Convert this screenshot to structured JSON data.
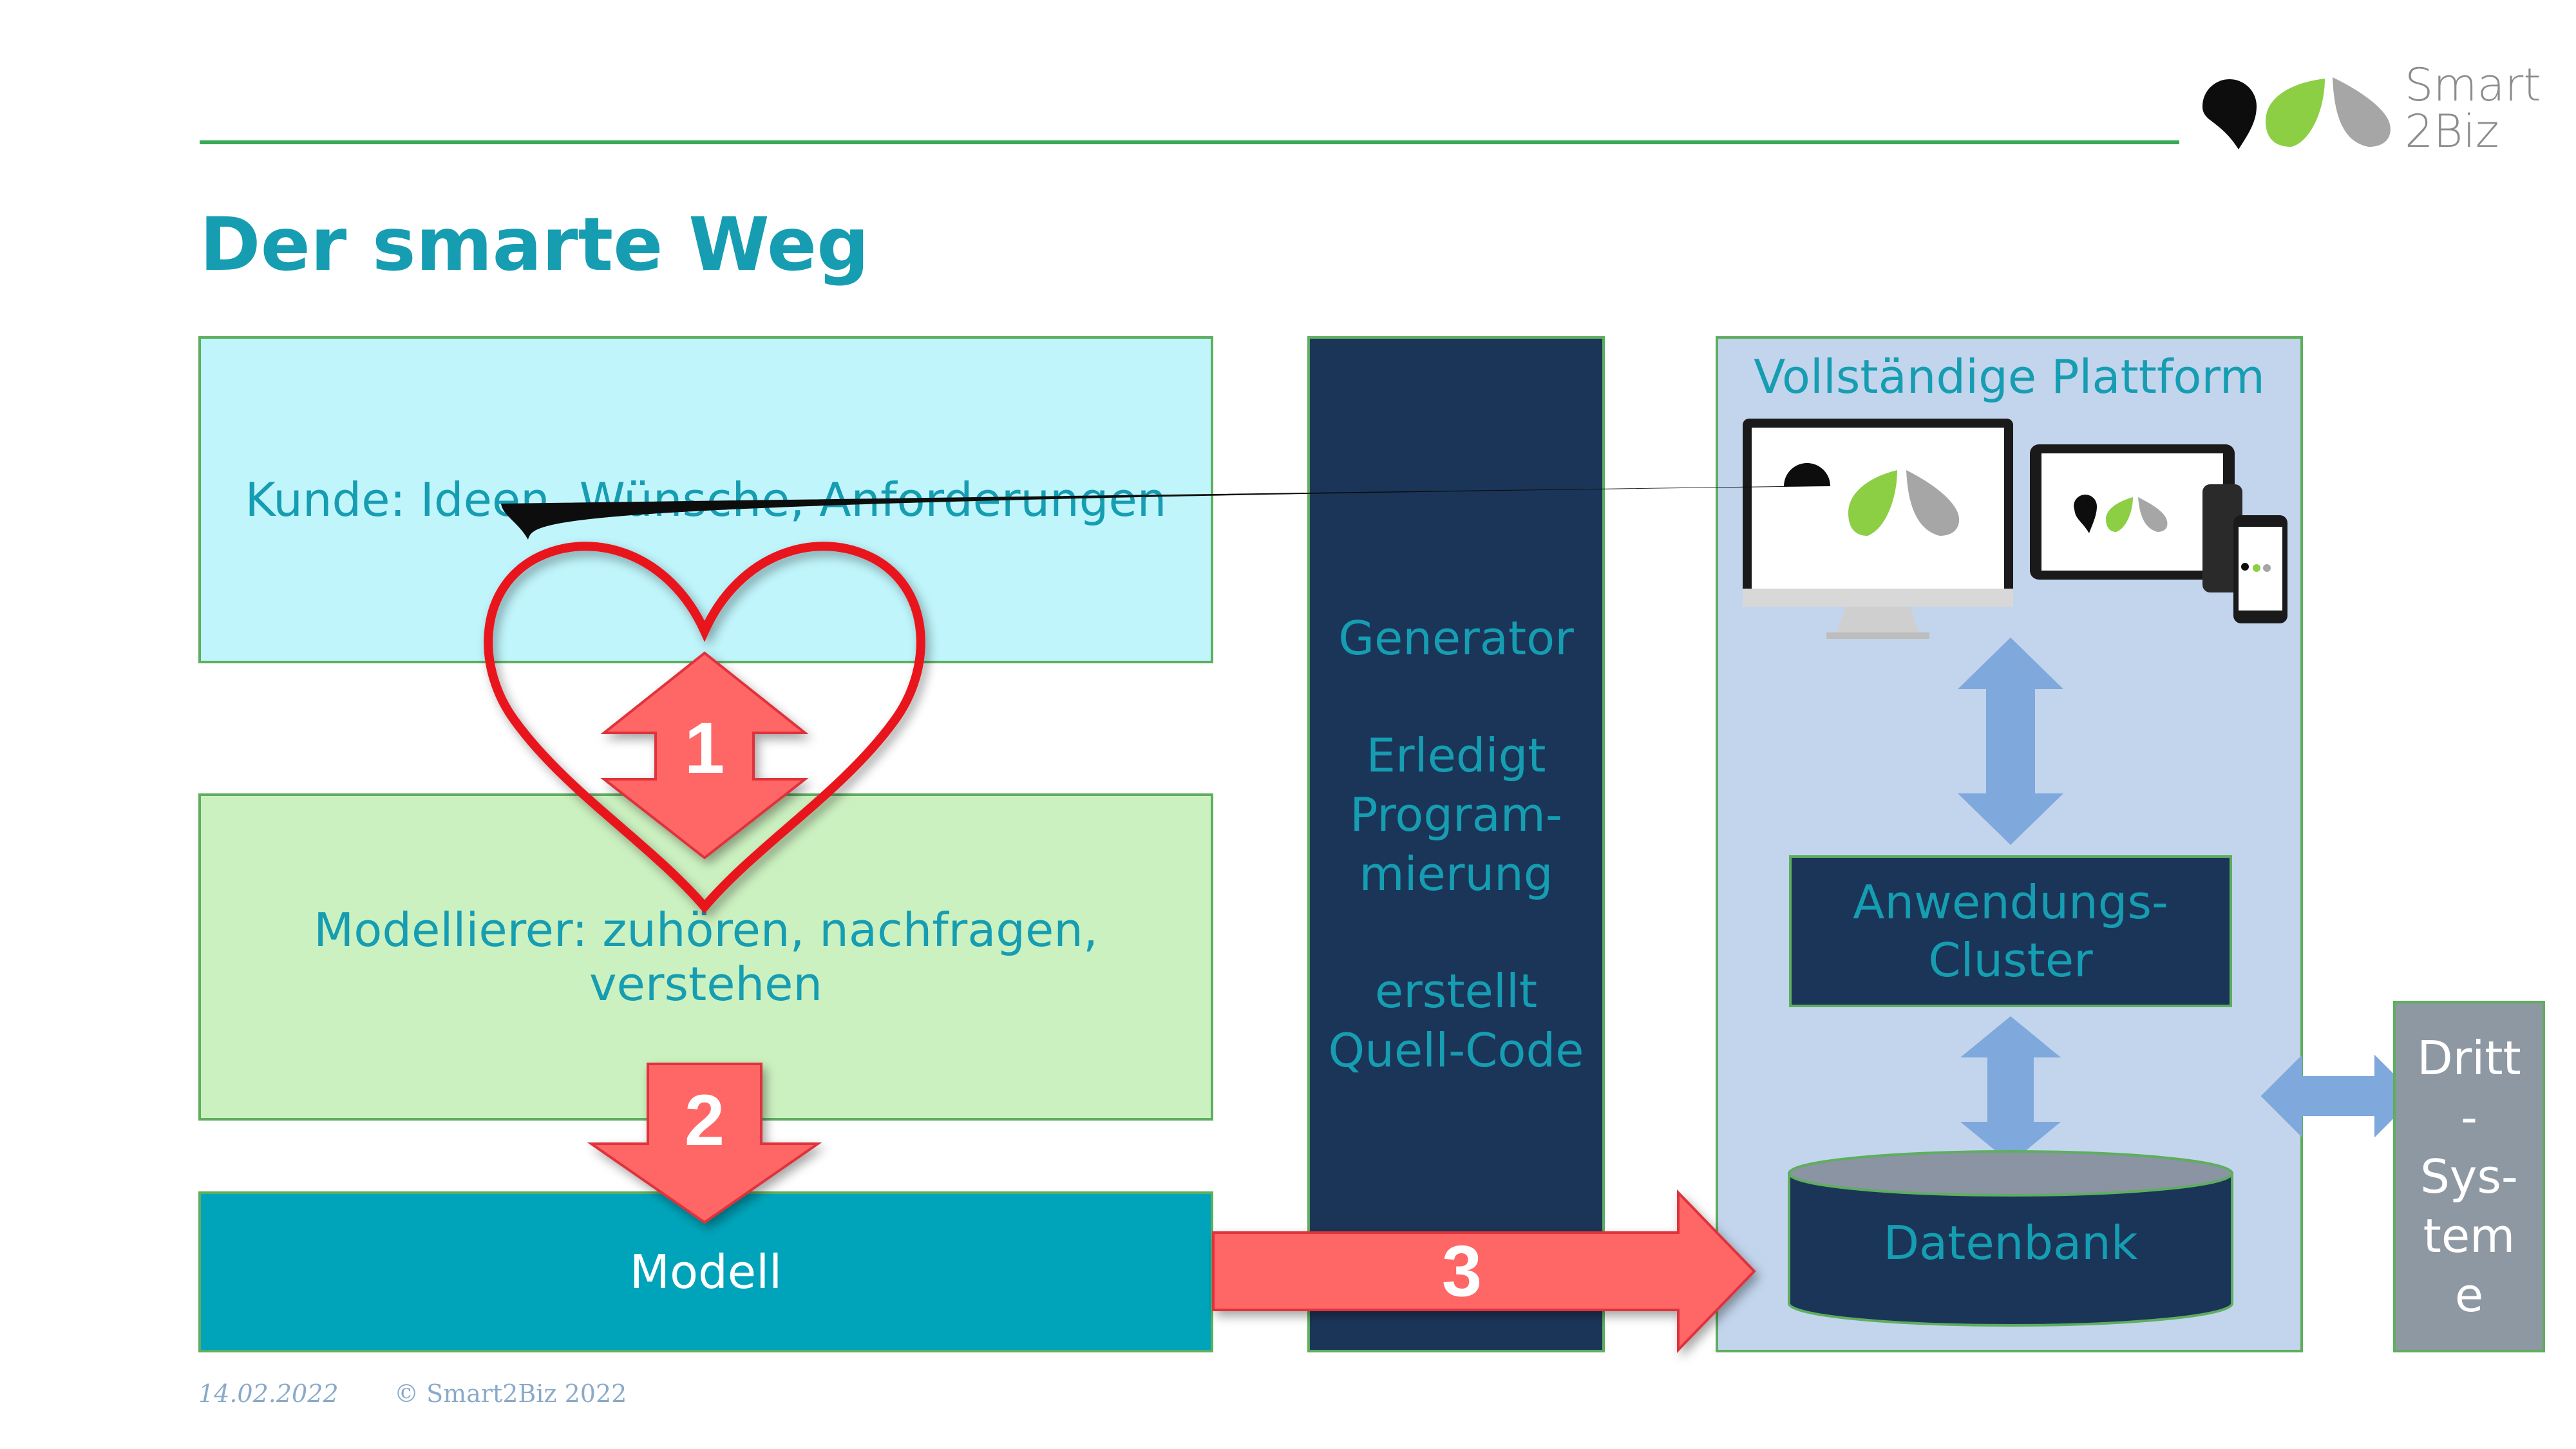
{
  "logo": {
    "line1": "Smart",
    "line2": "2Biz",
    "colors": [
      "#0d0d0d",
      "#8ccf45",
      "#a6a6a6"
    ]
  },
  "title": "Der smarte Weg",
  "boxes": {
    "kunde": "Kunde: Ideen, Wünsche, Anforderungen",
    "modellierer": "Modellierer: zuhören, nachfragen, verstehen",
    "modell": "Modell"
  },
  "generator": {
    "line1": "Generator",
    "line2": "Erledigt",
    "line3": "Program-",
    "line4": "mierung",
    "line5": "erstellt",
    "line6": "Quell-Code"
  },
  "platform": {
    "title": "Vollständige Plattform",
    "cluster_line1": "Anwendungs-",
    "cluster_line2": "Cluster",
    "database": "Datenbank"
  },
  "dritt": {
    "line1": "Dritt",
    "line2": "-",
    "line3": "Sys-",
    "line4": "tem",
    "line5": "e"
  },
  "steps": [
    "1",
    "2",
    "3"
  ],
  "footer": {
    "date": "14.02.2022",
    "copyright": "© Smart2Biz 2022"
  },
  "colors": {
    "accent": "#169db2",
    "green_line": "#3aa856",
    "arrow_red": "#ff6666",
    "heart_red": "#e8141c",
    "arrow_blue": "#7fa8dc",
    "dark_navy": "#1b3559"
  }
}
